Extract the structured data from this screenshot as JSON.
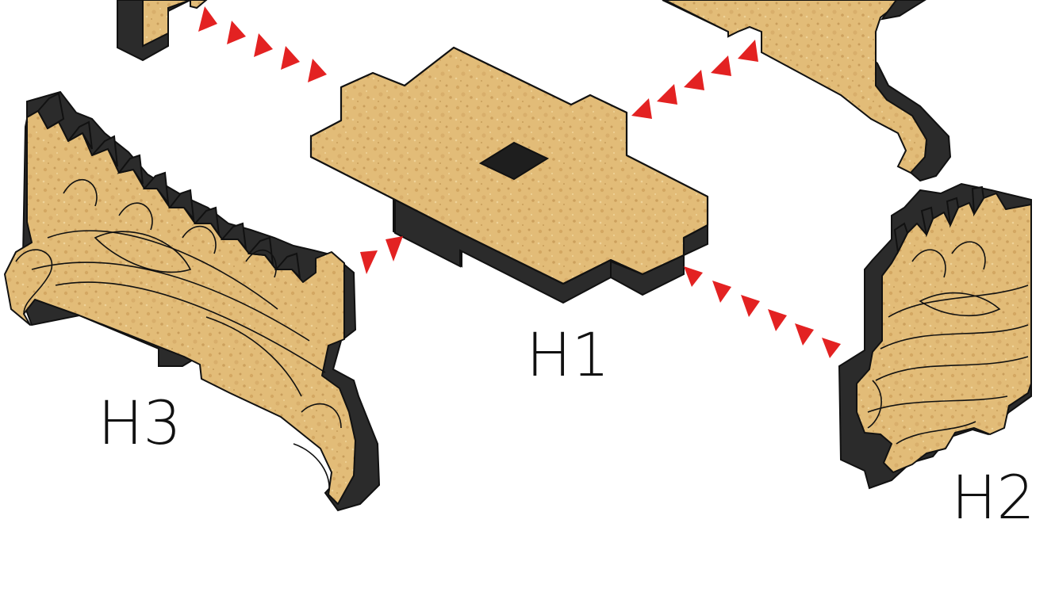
{
  "labels": {
    "h1": "H1",
    "h2": "H2",
    "h3": "H3"
  },
  "colors": {
    "wood_light": "#e2bc78",
    "wood_mid": "#cfa15c",
    "wood_dark": "#b88848",
    "edge": "#2b2b2b",
    "outline": "#111111",
    "arrow": "#e32222",
    "background": "#ffffff"
  },
  "pieces": [
    {
      "id": "H1",
      "kind": "base-plate",
      "feature": "square-hole"
    },
    {
      "id": "H2",
      "kind": "side-panel",
      "feature": "wood-grain-crest"
    },
    {
      "id": "H3",
      "kind": "side-panel",
      "feature": "wood-grain-crest"
    }
  ],
  "arrow_groups": [
    {
      "from": "top-left-piece",
      "to": "H1"
    },
    {
      "from": "top-right-piece",
      "to": "H1"
    },
    {
      "from": "H1",
      "to": "H3"
    },
    {
      "from": "H1",
      "to": "H2"
    }
  ]
}
